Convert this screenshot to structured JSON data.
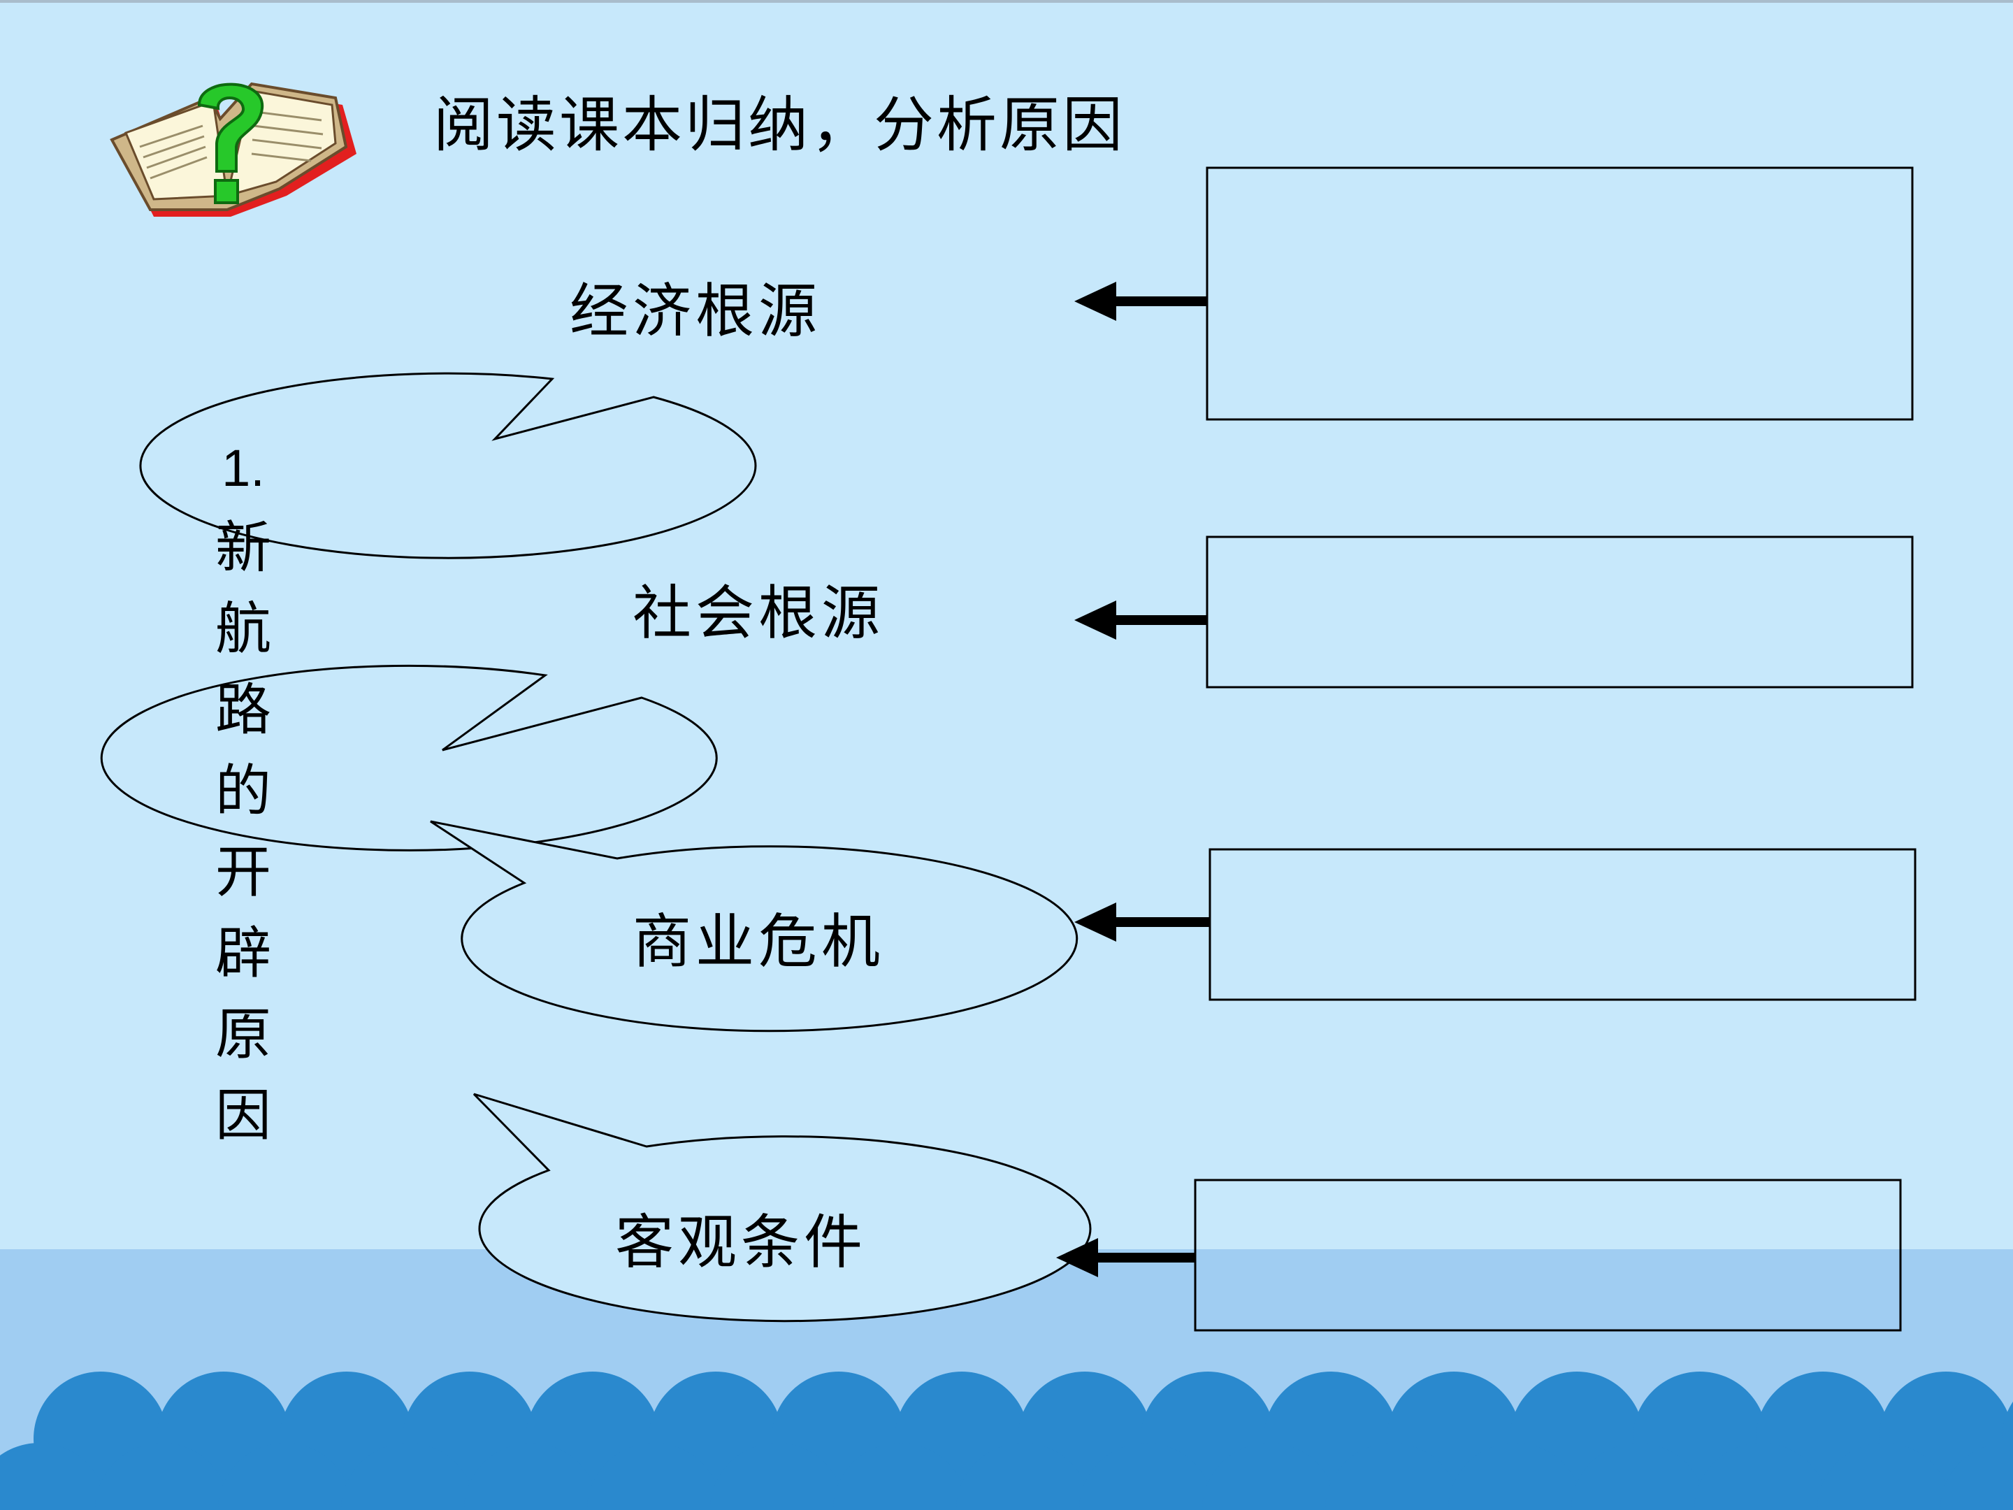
{
  "prompt": "阅读课本归纳，分析原因",
  "side_title": {
    "number": "1.",
    "text": "新航路的开辟原因"
  },
  "bubbles": [
    {
      "label": "经济根源",
      "answer": ""
    },
    {
      "label": "社会根源",
      "answer": ""
    },
    {
      "label": "商业危机",
      "answer": ""
    },
    {
      "label": "客观条件",
      "answer": ""
    }
  ],
  "icons": {
    "book": "book-question-icon"
  },
  "colors": {
    "background": "#c7e8fb",
    "sea": "#a0cdf2",
    "waves": "#2a89ce",
    "book_question_mark": "#27c82a",
    "outline": "#000000"
  }
}
